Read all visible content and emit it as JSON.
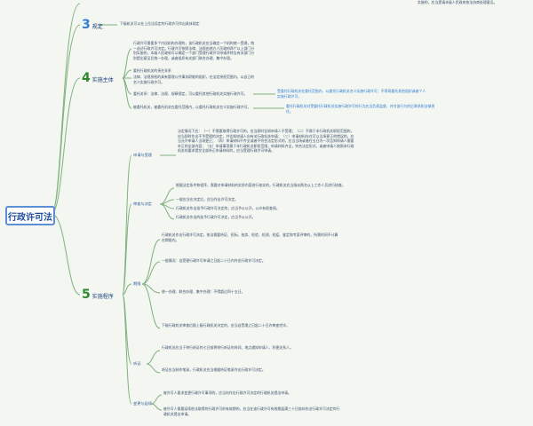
{
  "root": {
    "label": "行政许可法"
  },
  "branches": {
    "b3": {
      "num": "3",
      "label": "规定"
    },
    "b4": {
      "num": "4",
      "label": "实施主体"
    },
    "b5": {
      "num": "5",
      "label": "实施程序"
    }
  },
  "b3_leaf": "下级机关可以在上位法设定的行政许可作出具体规定",
  "b4_nodes": [
    "行政许可需要多个内设机构办理的，该行政机关应当确定一个机构统一受理，统一送达行政许可决定。行政许可依照法律、法规由地方人民政府两个以上部门分别实施的，本级人民政府可以确定一个部门受理行政许可申请并转告有关部门分别提出意见后统一办理，或者组织有关部门联合办理、集中办理。",
    "委托行政机关的责任关系",
    "法律、法规授权的具有管理公共事务职能的组织，在法定授权范围内，以自己的名义实施行政许可。",
    "委托关系：法律、法规、规章规定，可以委托其他行政机关实施行政许可。",
    "被委托机关，被委托机关在委托范围内，以委托行政机关名义实施行政许可。"
  ],
  "b4_side": [
    "受委托行政机关在委托范围内，以委托行政机关名义实施行政许可；不得再委托其他组织或者个人实施行政许可。",
    "委托行政机关对受委托行政机关实施行政许可的行为应当负责监督，并对该行为的后果承担法律责任。"
  ],
  "top_right": "实施的，应当提请本级人民政府依法协商处理意见。",
  "b5_subs": [
    "申请与受理",
    "审查与决定",
    "期限",
    "听证",
    "变更与延续"
  ],
  "b5_shenqing": "法定情况下应：（一）不需要取得行政许可的，应当即时告知申请人不受理；（二）不属于本行政机关职权范围的，应当即时作出不予受理的决定，并告知申请人向有关行政机关申请；（三）申请材料存在可以当场更正的错误的，应当允许申请人当场更正；（四）申请材料不齐全或者不符合法定形式的，应当当场或者在五日内一次告知申请人需要补正的全部内容；（五）申请事项属于本行政机关职权范围，申请材料齐全，符合法定形式，或者申请人按照本行政机关的要求提交全部补正申请材料的，应当受理行政许可申请。",
  "b5_shencha": [
    "根据法定条件和程序，需要对申请材料的实质内容进行核实的，行政机关应当指派两名以上工作人员进行核查。",
    "一般应当在决定后，应当作出许可决定。",
    "行政机关作出准予行政许可决定的，应当予以公开，公众有权查阅。",
    "行政机关作出的准予行政许可决定，应当予以公开。"
  ],
  "b5_qixian": [
    "行政机关作出行政许可决定，依法需要听证、招标、拍卖、检验、检测、检疫、鉴定和专家评审的，所需时间不计算在期限内。",
    "一般情况：自受理行政许可申请之日起二十日内作出行政许可决定。",
    "统一办理、联合办理、集中办理：不得超过四十五日。",
    "下级行政机关审查后报上级行政机关决定的，应当自受理之日起二十日内审查完毕。"
  ],
  "b5_tingzheng": [
    "行政机关应当于举行听证的七日前将举行听证的时间、地点通知申请人、利害关系人。",
    "听证应当制作笔录，行政机关应当根据听证笔录作出行政许可决定。"
  ],
  "b5_biangeng": [
    "被许可人要求变更行政许可事项的，应当向作出行政许可决定的行政机关提出申请。",
    "被许可人需要延续依法取得的行政许可的有效期的，应当在该行政许可有效期届满三十日前向作出行政许可决定的行政机关提出申请。"
  ],
  "colors": {
    "branch_green": "#2a8a2a",
    "branch_blue": "#2f7fd0",
    "line": "#7fb27f",
    "root_border": "#5b8fd6"
  }
}
